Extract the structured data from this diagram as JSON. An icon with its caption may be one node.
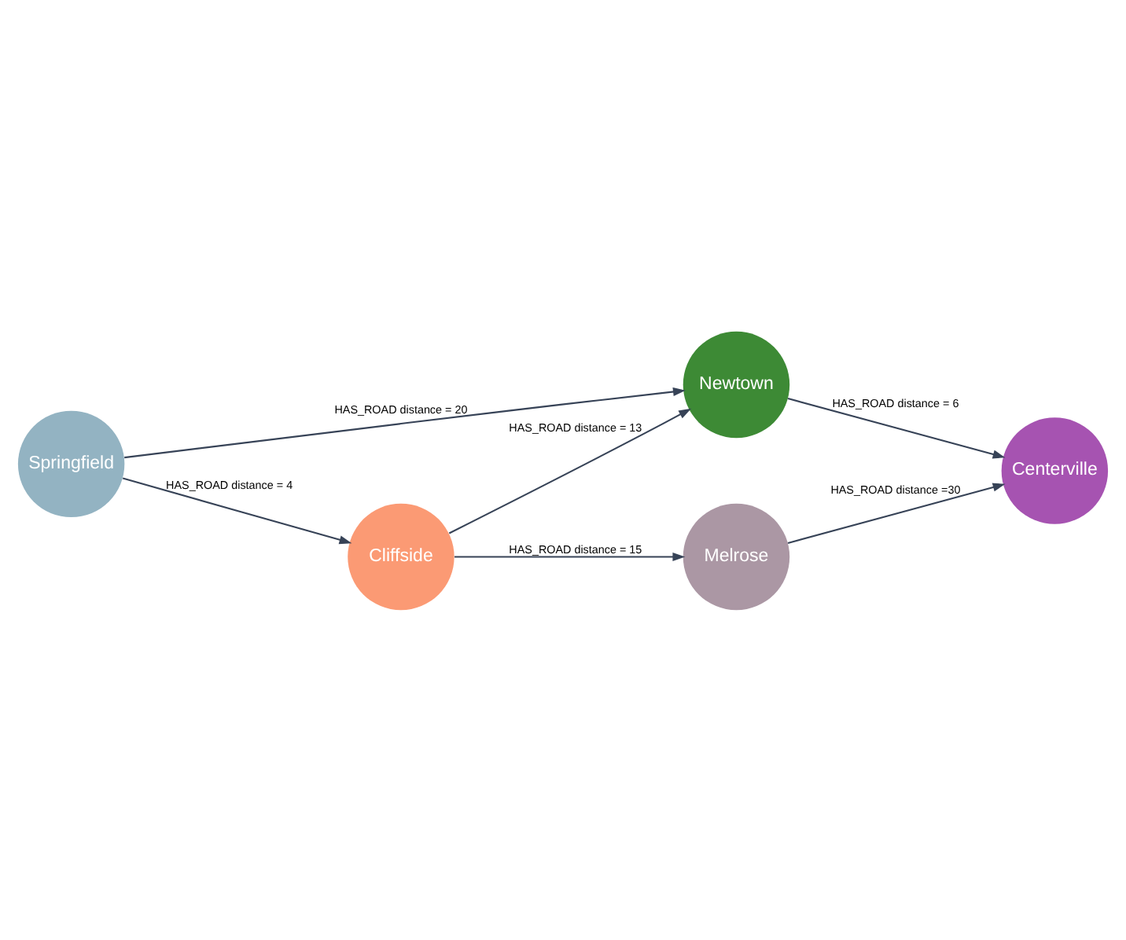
{
  "diagram": {
    "nodes": [
      {
        "text": [
          "Springfield"
        ]
      },
      {
        "text": [
          "Newtown"
        ]
      },
      {
        "text": [
          "Centerville"
        ]
      },
      {
        "text": [
          "Cliffside"
        ]
      },
      {
        "text": [
          "Melrose"
        ]
      }
    ],
    "edges": [
      {
        "from": 0,
        "to": 1,
        "arrow": "to",
        "label": "HAS_ROAD distance = 20"
      },
      {
        "from": 1,
        "to": 2,
        "arrow": "to",
        "label": "HAS_ROAD distance = 6"
      },
      {
        "from": 0,
        "to": 3,
        "arrow": "to",
        "label": "HAS_ROAD distance = 4"
      },
      {
        "from": 3,
        "to": 1,
        "arrow": "to",
        "label": "HAS_ROAD distance = 13"
      },
      {
        "from": 3,
        "to": 4,
        "arrow": "to",
        "label": "HAS_ROAD distance = 15"
      },
      {
        "from": 4,
        "to": 2,
        "arrow": "to",
        "label": "HAS_ROAD distance =30"
      }
    ]
  }
}
